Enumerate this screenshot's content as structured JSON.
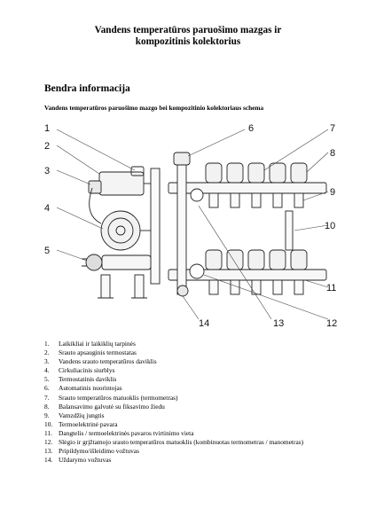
{
  "document": {
    "title_line1": "Vandens temperatūros paruošimo mazgas ir",
    "title_line2": "kompozitinis kolektorius",
    "section_heading": "Bendra informacija",
    "section_subheading": "Vandens temperatūros paruošimo mazgo bei kompozitinio kolektoriaus schema"
  },
  "diagram": {
    "callouts": [
      "1",
      "2",
      "3",
      "4",
      "5",
      "6",
      "7",
      "8",
      "9",
      "10",
      "11",
      "12",
      "13",
      "14"
    ]
  },
  "legend": {
    "items": [
      {
        "num": "1.",
        "text": "Laikikliai ir laikiklių tarpinės"
      },
      {
        "num": "2.",
        "text": "Srauto apsauginis termostatas"
      },
      {
        "num": "3.",
        "text": "Vandens srauto temperatūros daviklis"
      },
      {
        "num": "4.",
        "text": "Cirkuliacinis siurblys"
      },
      {
        "num": "5.",
        "text": "Termostatinis daviklis"
      },
      {
        "num": "6.",
        "text": "Automatinis nuorintojas"
      },
      {
        "num": "7.",
        "text": "Srauto temperatūros matuoklis (termometras)"
      },
      {
        "num": "8.",
        "text": "Balansavimo galvutė su fiksavimo žiedu"
      },
      {
        "num": "9.",
        "text": "Vamzdžių jungtis"
      },
      {
        "num": "10.",
        "text": "Termoelektrinė pavara"
      },
      {
        "num": "11.",
        "text": "Dangtelis / termoelektrinės pavaros tvirtinimo vieta"
      },
      {
        "num": "12.",
        "text": "Slėgio ir grįžtamojo srauto temperatūros matuoklis (kombinuotas termometras / manometras)"
      },
      {
        "num": "13.",
        "text": "Pripildymo/išleidimo vožtuvas"
      },
      {
        "num": "14.",
        "text": "Uždarymo vožtuvas"
      }
    ]
  }
}
